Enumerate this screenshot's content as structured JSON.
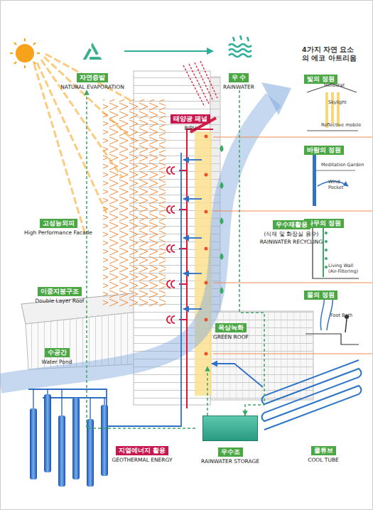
{
  "diagram": {
    "nodes": [
      {
        "text": [
          "자연증발",
          "NATURAL EVAPORATION"
        ]
      },
      {
        "text": [
          "우 수",
          "RAINWATER"
        ]
      },
      {
        "text": [
          "태양광 패널",
          "BIPV"
        ]
      },
      {
        "text": [
          "빛의 정원"
        ]
      },
      {
        "text": [
          "바람의 정원"
        ]
      },
      {
        "text": [
          "고성능외피",
          "High Performance Facade"
        ]
      },
      {
        "text": [
          "나무의 정원"
        ]
      },
      {
        "text": [
          "우수재활용",
          "(식재 및 화장실 용수)",
          "RAINWATER RECYCLING"
        ]
      },
      {
        "text": [
          "이중지붕구조",
          "Double Layer Roof"
        ]
      },
      {
        "text": [
          "물의 정원"
        ]
      },
      {
        "text": [
          "옥상녹화",
          "GREEN ROOF"
        ]
      },
      {
        "text": [
          "수공간",
          "Water Pond"
        ]
      },
      {
        "text": [
          "지열에너지 활용",
          "GEOTHERMAL ENERGY"
        ]
      },
      {
        "text": [
          "우수조",
          "RAINWATER STORAGE"
        ]
      },
      {
        "text": [
          "쿨튜브",
          "COOL TUBE"
        ]
      }
    ],
    "edges": [
      {
        "from": 0,
        "to": 1,
        "arrow": "to"
      },
      {
        "from": 1,
        "to": 13,
        "arrow": "to"
      },
      {
        "from": 13,
        "to": 0,
        "arrow": "to"
      }
    ],
    "labels": [
      "4가지 자연 요소의 에코 아트리움",
      "Heliostat",
      "Skylight",
      "Reflective mobile",
      "Meditation Garden",
      "Wind Pocket",
      "Living Wall (Air-Filtering)",
      "Foot Bath"
    ]
  }
}
